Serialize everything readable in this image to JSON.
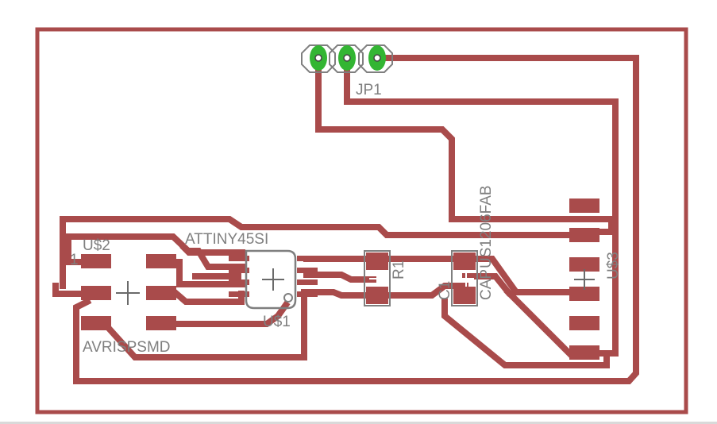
{
  "labels": {
    "jp1": "JP1",
    "us2": "U$2",
    "attiny": "ATTINY45SI",
    "us1": "U$1",
    "avrisp": "AVRISPSMD",
    "r1": "R1",
    "c1": "C1",
    "cap": "CAP",
    "us1206fab": "US1206FAB",
    "us3": "U$3",
    "pin1": "1"
  },
  "colors": {
    "trace": "#a94b4b",
    "pad": "#a94b4b",
    "header_pad": "#33b533",
    "silkscreen": "#7f7f7f",
    "background": "#ffffff"
  }
}
